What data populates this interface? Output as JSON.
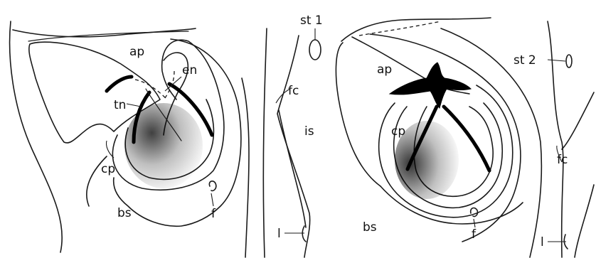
{
  "figure": {
    "left_panel": {
      "labels": {
        "ap": "ap",
        "en": "en",
        "tn": "tn",
        "cp": "cp",
        "bs": "bs",
        "f": "f"
      }
    },
    "middle_panel": {
      "labels": {
        "st1": "st 1",
        "fc": "fc",
        "is": "is",
        "l": "l"
      }
    },
    "right_panel": {
      "labels": {
        "ap": "ap",
        "cp": "cp",
        "bs": "bs",
        "f": "f",
        "st2": "st 2",
        "fc": "fc",
        "l": "l"
      }
    },
    "colors": {
      "ink": "#000000",
      "paper": "#ffffff"
    }
  }
}
